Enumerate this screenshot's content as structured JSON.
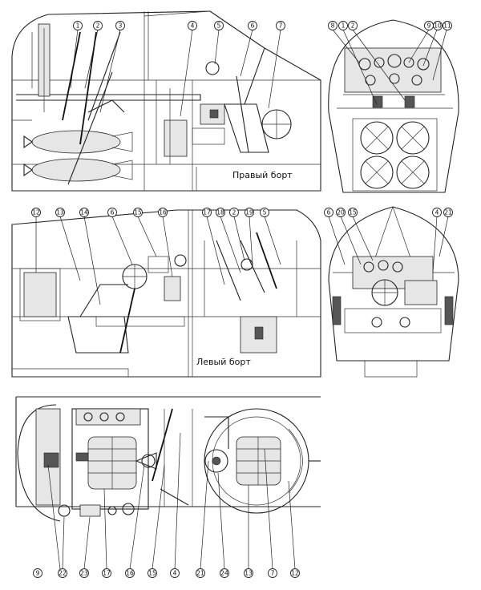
{
  "labels": {
    "right_side": "Правый борт",
    "left_side": "Левый борт"
  },
  "callouts": {
    "right_view": [
      "1",
      "2",
      "3",
      "4",
      "5",
      "6",
      "7"
    ],
    "front_top": [
      "8",
      "1",
      "2",
      "9",
      "10",
      "11"
    ],
    "left_view": [
      "12",
      "13",
      "14",
      "6",
      "15",
      "16",
      "17",
      "18",
      "2",
      "19",
      "5"
    ],
    "front_bottom": [
      "6",
      "20",
      "15",
      "4",
      "21"
    ],
    "plan_view": [
      "9",
      "22",
      "23",
      "17",
      "16",
      "15",
      "4",
      "21",
      "24",
      "13",
      "7",
      "12"
    ]
  }
}
